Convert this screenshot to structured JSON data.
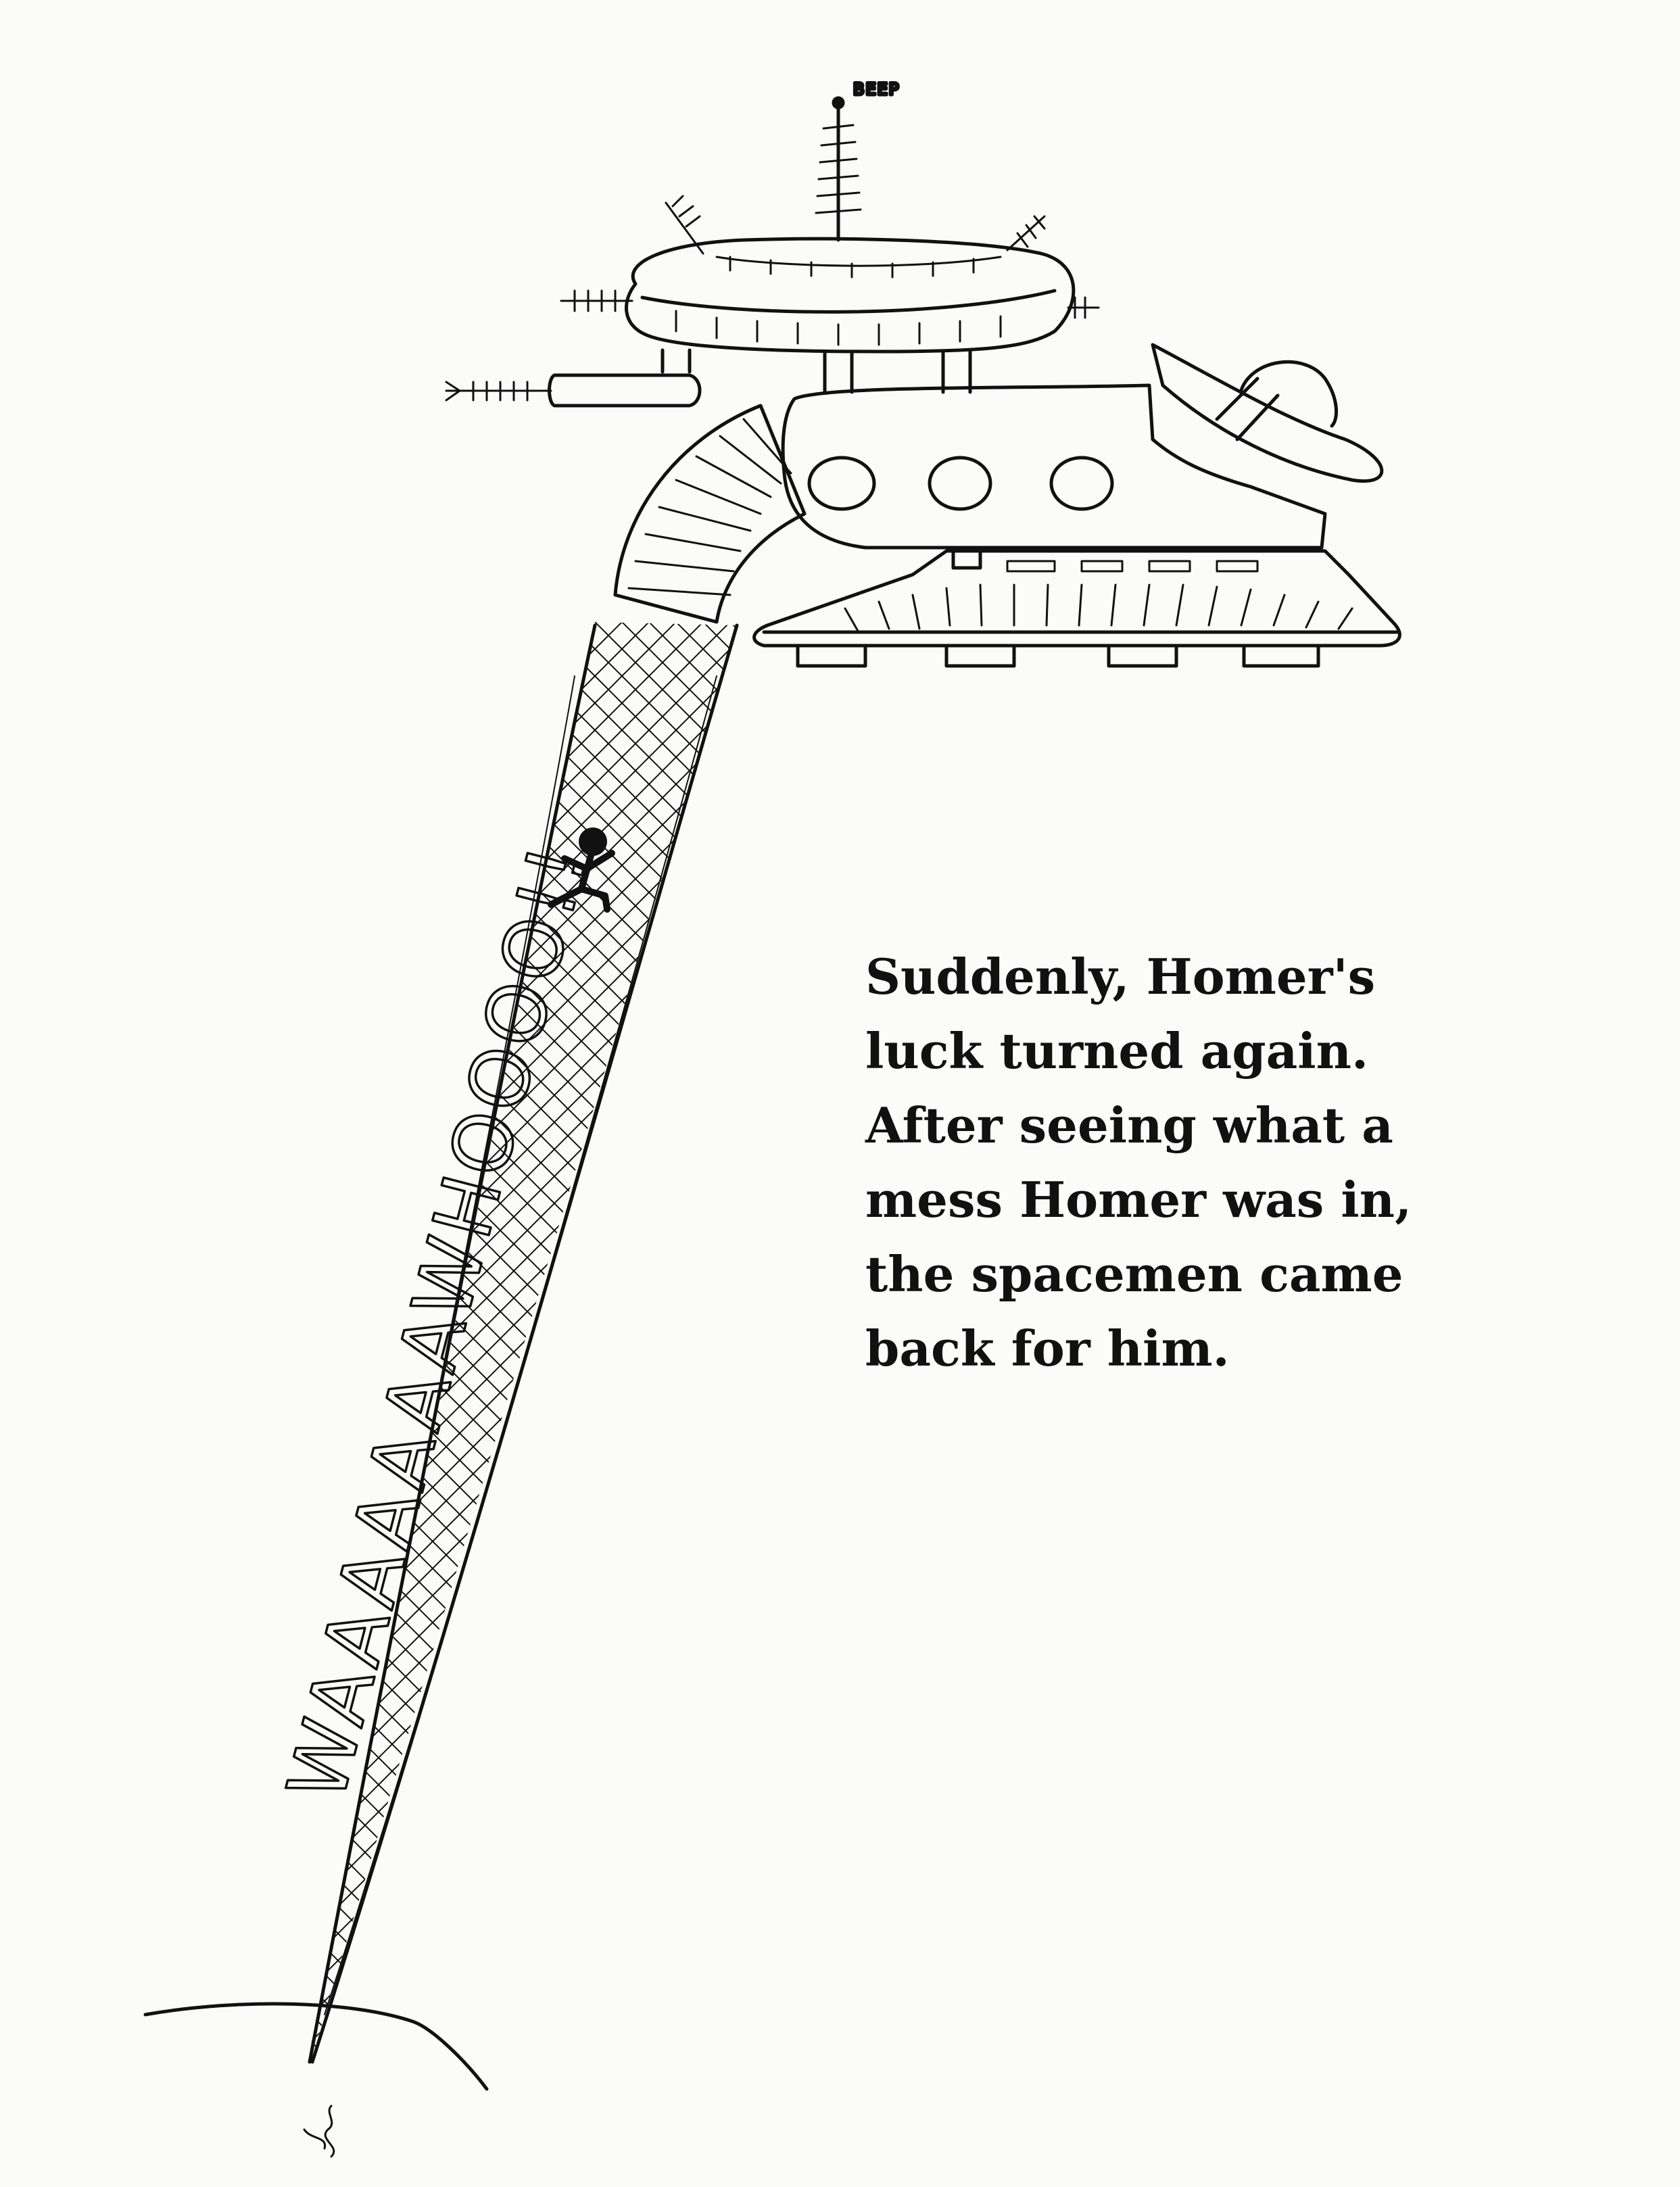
{
  "illustration": {
    "antenna_sound": "BEEP",
    "exclamation": "WAAAAAAAWHOOOO!!"
  },
  "caption": {
    "lines": [
      "Suddenly, Homer's",
      "luck turned again.",
      "After seeing what a",
      "mess Homer was in,",
      "the spacemen came",
      "back for him."
    ]
  },
  "colors": {
    "paper": "#fbfbfa",
    "ink": "#111111"
  }
}
